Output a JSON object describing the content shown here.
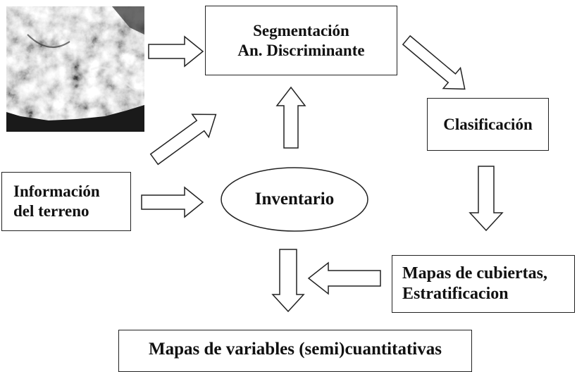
{
  "boxes": {
    "segmentacion": {
      "line1": "Segmentación",
      "line2": "An. Discriminante"
    },
    "clasificacion": {
      "label": "Clasificación"
    },
    "informacion": {
      "line1": "Información",
      "line2": "del terreno"
    },
    "inventario": {
      "label": "Inventario"
    },
    "mapas_cubiertas": {
      "line1": "Mapas de cubiertas,",
      "line2": "Estratificacion"
    },
    "mapas_variables": {
      "label": "Mapas de variables (semi)cuantitativas"
    }
  },
  "image": {
    "icon": "satellite-image"
  },
  "colors": {
    "stroke": "#222222",
    "text": "#111111",
    "background": "#ffffff"
  }
}
